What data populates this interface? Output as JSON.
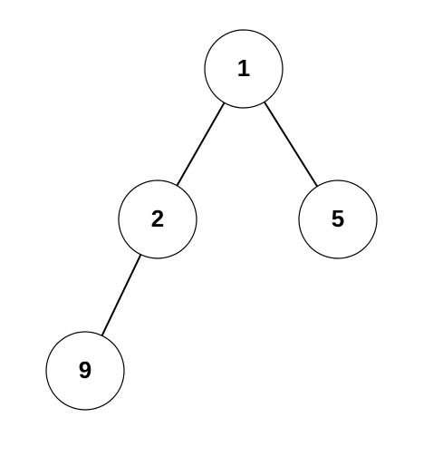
{
  "tree": {
    "nodes": [
      {
        "id": "n1",
        "label": "1"
      },
      {
        "id": "n2",
        "label": "2"
      },
      {
        "id": "n5",
        "label": "5"
      },
      {
        "id": "n9",
        "label": "9"
      }
    ],
    "edges": [
      {
        "from": "n1",
        "to": "n2"
      },
      {
        "from": "n1",
        "to": "n5"
      },
      {
        "from": "n2",
        "to": "n9"
      }
    ]
  }
}
